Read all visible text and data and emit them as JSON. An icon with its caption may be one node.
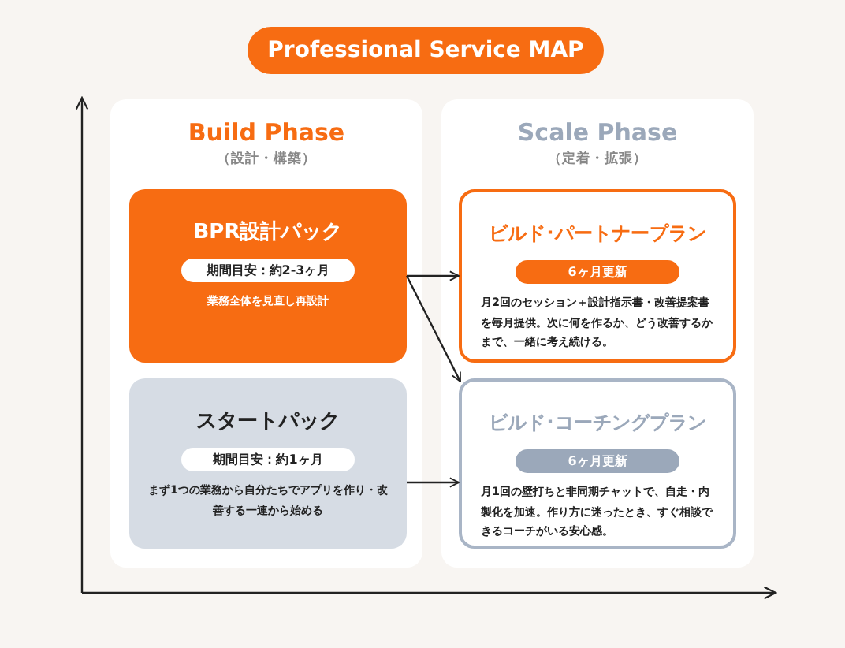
{
  "diagram": {
    "title": "Professional Service MAP",
    "nodes": [
      {
        "text": [
          "Build Phase",
          "（設計・構築）"
        ]
      },
      {
        "text": [
          "Scale Phase",
          "（定着・拡張）"
        ]
      },
      {
        "text": [
          "BPR設計パック",
          "期間目安：約2-3ヶ月",
          "業務全体を見直し再設計"
        ],
        "in": 0
      },
      {
        "text": [
          "スタートパック",
          "期間目安：約1ヶ月",
          "まず1つの業務から自分たちでアプリを作り・改善する一連から始める"
        ],
        "in": 0
      },
      {
        "text": [
          "ビルド･パートナープラン",
          "6ヶ月更新",
          "月2回のセッション＋設計指示書・改善提案書を毎月提供。次に何を作るか、どう改善するかまで、一緒に考え続ける。"
        ],
        "in": 1
      },
      {
        "text": [
          "ビルド･コーチングプラン",
          "6ヶ月更新",
          "月1回の壁打ちと非同期チャットで、自走・内製化を加速。作り方に迷ったとき、すぐ相談できるコーチがいる安心感。"
        ],
        "in": 1
      }
    ],
    "edges": [
      {
        "from": 2,
        "to": 4,
        "arrow": "to"
      },
      {
        "from": 2,
        "to": 5,
        "arrow": "to"
      },
      {
        "from": 3,
        "to": 5,
        "arrow": "to"
      }
    ]
  }
}
